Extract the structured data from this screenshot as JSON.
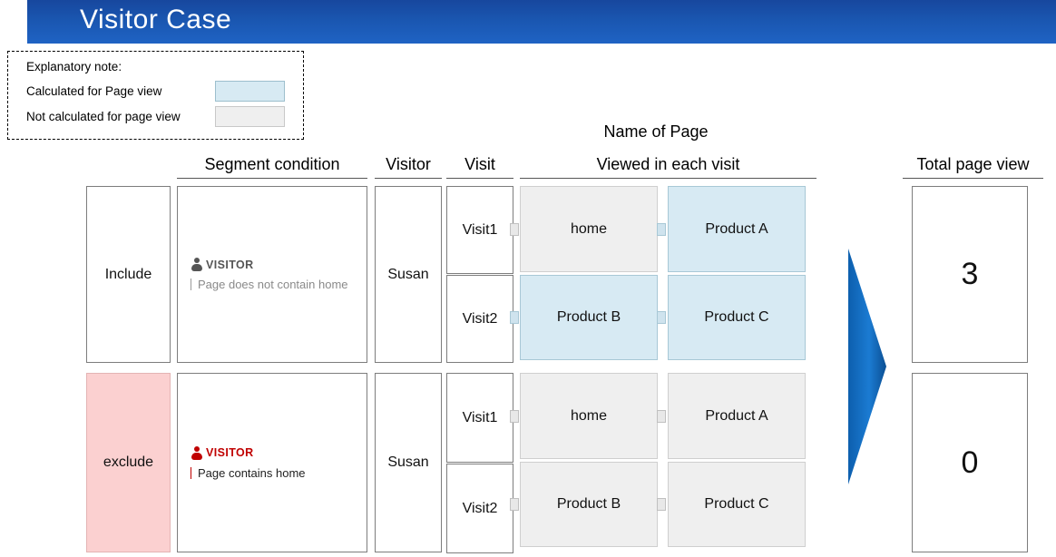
{
  "header": {
    "title": "Visitor Case"
  },
  "legend": {
    "title": "Explanatory note:",
    "row1": "Calculated for Page view",
    "row2": "Not calculated for page view",
    "swatch_calculated_color": "#d7eaf3",
    "swatch_not_calculated_color": "#efefef"
  },
  "headers": {
    "name_of_page": "Name of Page",
    "segment_condition": "Segment condition",
    "visitor": "Visitor",
    "visit": "Visit",
    "viewed_in_each_visit": "Viewed in each visit",
    "total_page_view": "Total page view"
  },
  "rows": [
    {
      "status": "Include",
      "segment": {
        "tag": "VISITOR",
        "condition": "Page does not contain home",
        "tag_color": "#555555",
        "text_color": "#8a8a8a"
      },
      "visitor": "Susan",
      "visits": [
        {
          "label": "Visit1",
          "pages": [
            {
              "name": "home",
              "counted": false
            },
            {
              "name": "Product A",
              "counted": true
            }
          ]
        },
        {
          "label": "Visit2",
          "pages": [
            {
              "name": "Product B",
              "counted": true
            },
            {
              "name": "Product C",
              "counted": true
            }
          ]
        }
      ],
      "total_page_view": "3"
    },
    {
      "status": "exclude",
      "segment": {
        "tag": "VISITOR",
        "condition": "Page contains home",
        "tag_color": "#c00000",
        "text_color": "#222222"
      },
      "visitor": "Susan",
      "visits": [
        {
          "label": "Visit1",
          "pages": [
            {
              "name": "home",
              "counted": false
            },
            {
              "name": "Product A",
              "counted": false
            }
          ]
        },
        {
          "label": "Visit2",
          "pages": [
            {
              "name": "Product B",
              "counted": false
            },
            {
              "name": "Product C",
              "counted": false
            }
          ]
        }
      ],
      "total_page_view": "0"
    }
  ],
  "colors": {
    "header_blue": "#17479e",
    "include_cell": "#ffffff",
    "exclude_cell": "#fbd0d0",
    "arrow_blue": "#1670c4"
  }
}
